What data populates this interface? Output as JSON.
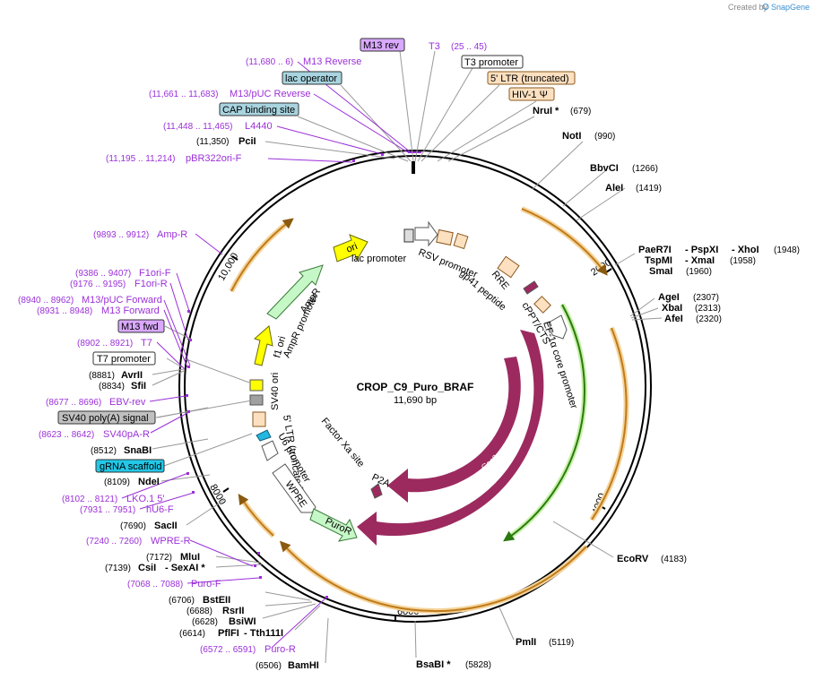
{
  "brand": {
    "created_by": "Created by",
    "app": "SnapGene"
  },
  "plasmid": {
    "name": "CROP_C9_Puro_BRAF",
    "length": "11,690 bp"
  },
  "ticks": {
    "t2000": "2000",
    "t4000": "4000",
    "t6000": "6000",
    "t8000": "8000",
    "t10000": "10,000"
  },
  "colors": {
    "cas9": "#9c2a5f",
    "puro": "#c6f7c6",
    "orange": "#e0952a",
    "green": "#3a9a1a",
    "ori": "#ffff00"
  },
  "features": {
    "ori": "ori",
    "ampr": "AmpR",
    "ampr_promoter": "AmpR promoter",
    "f1_ori": "f1 ori",
    "sv40_ori": "SV40 ori",
    "lac_promoter": "lac promoter",
    "rsv_promoter": "RSV promoter",
    "rre": "RRE",
    "gp41": "gp41 peptide",
    "cppt": "cPPT/CTS",
    "ef1a": "EF-1α core promoter",
    "cas9_a": "Cas9",
    "cas9_b": "Cas9",
    "p2a": "P2A",
    "factor_xa": "Factor Xa site",
    "ltr5": "5' LTR (truncated)",
    "u6": "U6 promoter",
    "wpre": "WPRE",
    "puror": "PuroR"
  },
  "labels": {
    "m13rev": "M13 rev",
    "t3": "T3",
    "t3_range": "(25 .. 45)",
    "m13_reverse_range": "(11,680 .. 6)",
    "m13_reverse": "M13 Reverse",
    "t3_promoter": "T3 promoter",
    "lac_operator": "lac operator",
    "ltr5_trunc": "5' LTR (truncated)",
    "m13puc_rev_range": "(11,661 .. 11,683)",
    "m13puc_rev": "M13/pUC Reverse",
    "hiv": "HIV-1 Ψ",
    "nrui": "NruI *",
    "nrui_pos": "(679)",
    "cap": "CAP binding site",
    "l4440_range": "(11,448 .. 11,465)",
    "l4440": "L4440",
    "noti": "NotI",
    "noti_pos": "(990)",
    "pcii_pos": "(11,350)",
    "pcii": "PciI",
    "pbr_range": "(11,195 .. 11,214)",
    "pbr": "pBR322ori-F",
    "bbvci": "BbvCI",
    "bbvci_pos": "(1266)",
    "alei": "AleI",
    "alei_pos": "(1419)",
    "ampr_range": "(9893 .. 9912)",
    "ampr_lbl": "Amp-R",
    "paer7i": "PaeR7I",
    "pspxi": "- PspXI",
    "xhoi": "- XhoI",
    "xhoi_pos": "(1948)",
    "tspmi": "TspMI",
    "xmai": "- XmaI",
    "xmai_pos": "(1958)",
    "smai": "SmaI",
    "smai_pos": "(1960)",
    "f1orif_range": "(9386 .. 9407)",
    "f1orif": "F1ori-F",
    "f1orir_range": "(9176 .. 9195)",
    "f1orir": "F1ori-R",
    "m13pucf_range": "(8940 .. 8962)",
    "m13pucf": "M13/pUC Forward",
    "m13f_range": "(8931 .. 8948)",
    "m13f": "M13 Forward",
    "agei": "AgeI",
    "agei_pos": "(2307)",
    "xbai": "XbaI",
    "xbai_pos": "(2313)",
    "afei": "AfeI",
    "afei_pos": "(2320)",
    "m13fwd": "M13 fwd",
    "t7_range": "(8902 .. 8921)",
    "t7": "T7",
    "t7_promoter": "T7 promoter",
    "avrii_pos": "(8881)",
    "avrii": "AvrII",
    "sfii_pos": "(8834)",
    "sfii": "SfiI",
    "ebv_range": "(8677 .. 8696)",
    "ebv": "EBV-rev",
    "sv40pa": "SV40 poly(A) signal",
    "sv40par_range": "(8623 .. 8642)",
    "sv40par": "SV40pA-R",
    "snabi_pos": "(8512)",
    "snabi": "SnaBI",
    "grna": "gRNA scaffold",
    "ndei_pos": "(8109)",
    "ndei": "NdeI",
    "lko_range": "(8102 .. 8121)",
    "lko": "LKO.1 5'",
    "hu6_range": "(7931 .. 7951)",
    "hu6": "hU6-F",
    "sacii_pos": "(7690)",
    "sacii": "SacII",
    "wprer_range": "(7240 .. 7260)",
    "wprer": "WPRE-R",
    "ecorv": "EcoRV",
    "ecorv_pos": "(4183)",
    "mlui_pos": "(7172)",
    "mlui": "MluI",
    "csii_pos": "(7139)",
    "csii": "CsiI",
    "sexai": "- SexAI *",
    "purof_range": "(7068 .. 7088)",
    "purof": "Puro-F",
    "bsteii_pos": "(6706)",
    "bsteii": "BstEII",
    "rsrii_pos": "(6688)",
    "rsrii": "RsrII",
    "bsiwi_pos": "(6628)",
    "bsiwi": "BsiWI",
    "pflfi_pos": "(6614)",
    "pflfi": "PflFI",
    "tth": "- Tth111I",
    "pmli": "PmlI",
    "pmli_pos": "(5119)",
    "puror_range": "(6572 .. 6591)",
    "puror_lbl": "Puro-R",
    "bamhi_pos": "(6506)",
    "bamhi": "BamHI",
    "bsabi": "BsaBI *",
    "bsabi_pos": "(5828)"
  }
}
